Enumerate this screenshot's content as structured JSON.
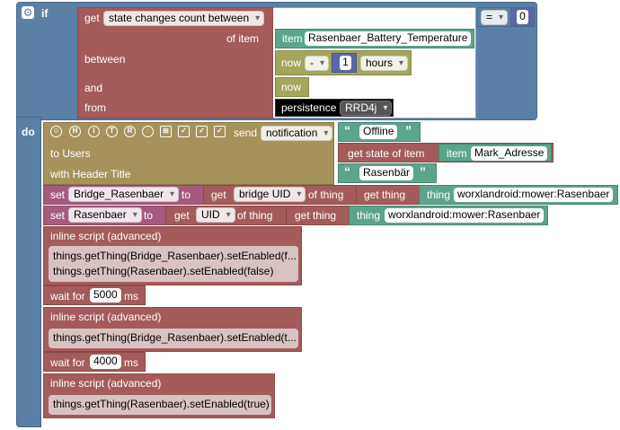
{
  "if_block": {
    "gear_icon": "gear-icon",
    "if_label": "if",
    "do_label": "do"
  },
  "condition": {
    "get_label": "get",
    "func_dropdown": "state changes count between",
    "of_item_label": "of item",
    "item_label": "item",
    "item_value": "Rasenbaer_Battery_Temperature",
    "between_label": "between",
    "and_label": "and",
    "from_label": "from",
    "now_label": "now",
    "now_op": "-",
    "now_amount": "1",
    "now_unit": "hours",
    "and_now": "now",
    "persistence_label": "persistence",
    "persistence_value": "RRD4j",
    "compare_op": "=",
    "compare_value": "0"
  },
  "send_block": {
    "icons": [
      "person-icon",
      "h-icon",
      "i-icon",
      "t-icon",
      "r-icon",
      "cloud-icon",
      "image-icon",
      "action1-icon",
      "action2-icon",
      "action3-icon"
    ],
    "icon_glyphs": [
      "☺",
      "H",
      "i",
      "T",
      "R",
      "◌",
      "⊞",
      "✓",
      "✓",
      "✓"
    ],
    "send_label": "send",
    "type_dropdown": "notification",
    "message": "Offline",
    "to_users_label": "to Users",
    "get_state_label": "get state of item",
    "item_label": "item",
    "user_item": "Mark_Adresse",
    "header_label": "with Header Title",
    "header_value": "Rasenbär"
  },
  "set1": {
    "set_label": "set",
    "var": "Bridge_Rasenbaer",
    "to_label": "to",
    "get_label": "get",
    "prop": "bridge UID",
    "of_thing_label": "of thing",
    "get_thing_label": "get thing",
    "thing_label": "thing",
    "thing_value": "worxlandroid:mower:Rasenbaer"
  },
  "set2": {
    "set_label": "set",
    "var": "Rasenbaer",
    "to_label": "to",
    "get_label": "get",
    "prop": "UID",
    "of_thing_label": "of thing",
    "get_thing_label": "get thing",
    "thing_label": "thing",
    "thing_value": "worxlandroid:mower:Rasenbaer"
  },
  "script1": {
    "title": "inline script (advanced)",
    "line1": "things.getThing(Bridge_Rasenbaer).setEnabled(f...",
    "line2": "things.getThing(Rasenbaer).setEnabled(false)"
  },
  "wait1": {
    "label": "wait for",
    "value": "5000",
    "unit": "ms"
  },
  "script2": {
    "title": "inline script (advanced)",
    "line1": "things.getThing(Bridge_Rasenbaer).setEnabled(t..."
  },
  "wait2": {
    "label": "wait for",
    "value": "4000",
    "unit": "ms"
  },
  "script3": {
    "title": "inline script (advanced)",
    "line1": "things.getThing(Rasenbaer).setEnabled(true)"
  }
}
